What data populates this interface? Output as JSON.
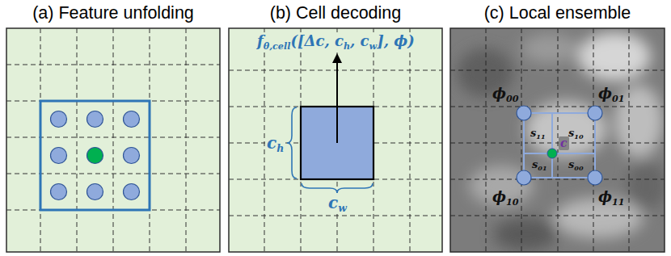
{
  "diagram": {
    "nodes": [
      {
        "text": [
          "(a) Feature unfolding"
        ]
      },
      {
        "text": [
          "(b) Cell decoding"
        ]
      },
      {
        "text": [
          "(c) Local ensemble"
        ]
      }
    ],
    "labels": [
      "f",
      "θ,cell",
      "([Δc, c",
      "h",
      ", c",
      "w",
      "], ϕ)",
      "c",
      "h",
      "c",
      "w",
      "ϕ",
      "00",
      "ϕ",
      "01",
      "ϕ",
      "10",
      "ϕ",
      "11",
      "s",
      "11",
      "s",
      "10",
      "s",
      "01",
      "s",
      "00",
      "c"
    ]
  }
}
